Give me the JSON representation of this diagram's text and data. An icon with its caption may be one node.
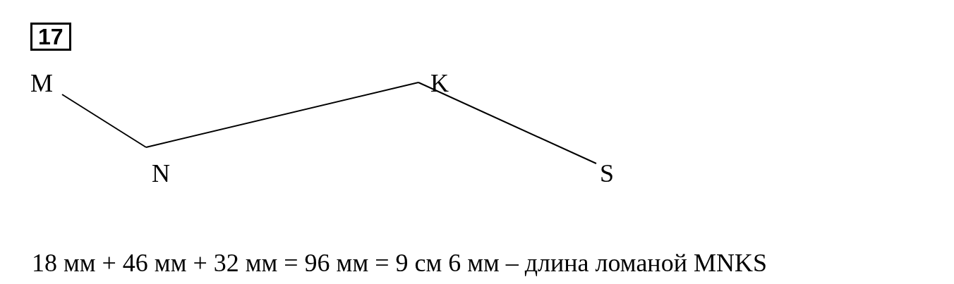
{
  "diagram": {
    "nodes": [
      {
        "text": [
          "17"
        ]
      },
      {
        "text": [
          "M"
        ]
      },
      {
        "text": [
          "N"
        ]
      },
      {
        "text": [
          "K"
        ]
      },
      {
        "text": [
          "S"
        ]
      }
    ],
    "edges": [
      {
        "from": 1,
        "to": 2,
        "arrow": "none"
      },
      {
        "from": 2,
        "to": 3,
        "arrow": "none"
      },
      {
        "from": 3,
        "to": 4,
        "arrow": "none"
      }
    ],
    "labels": [
      "18 мм + 46 мм + 32 мм = 96 мм = 9 см 6 мм – длина ломаной MNKS"
    ]
  }
}
